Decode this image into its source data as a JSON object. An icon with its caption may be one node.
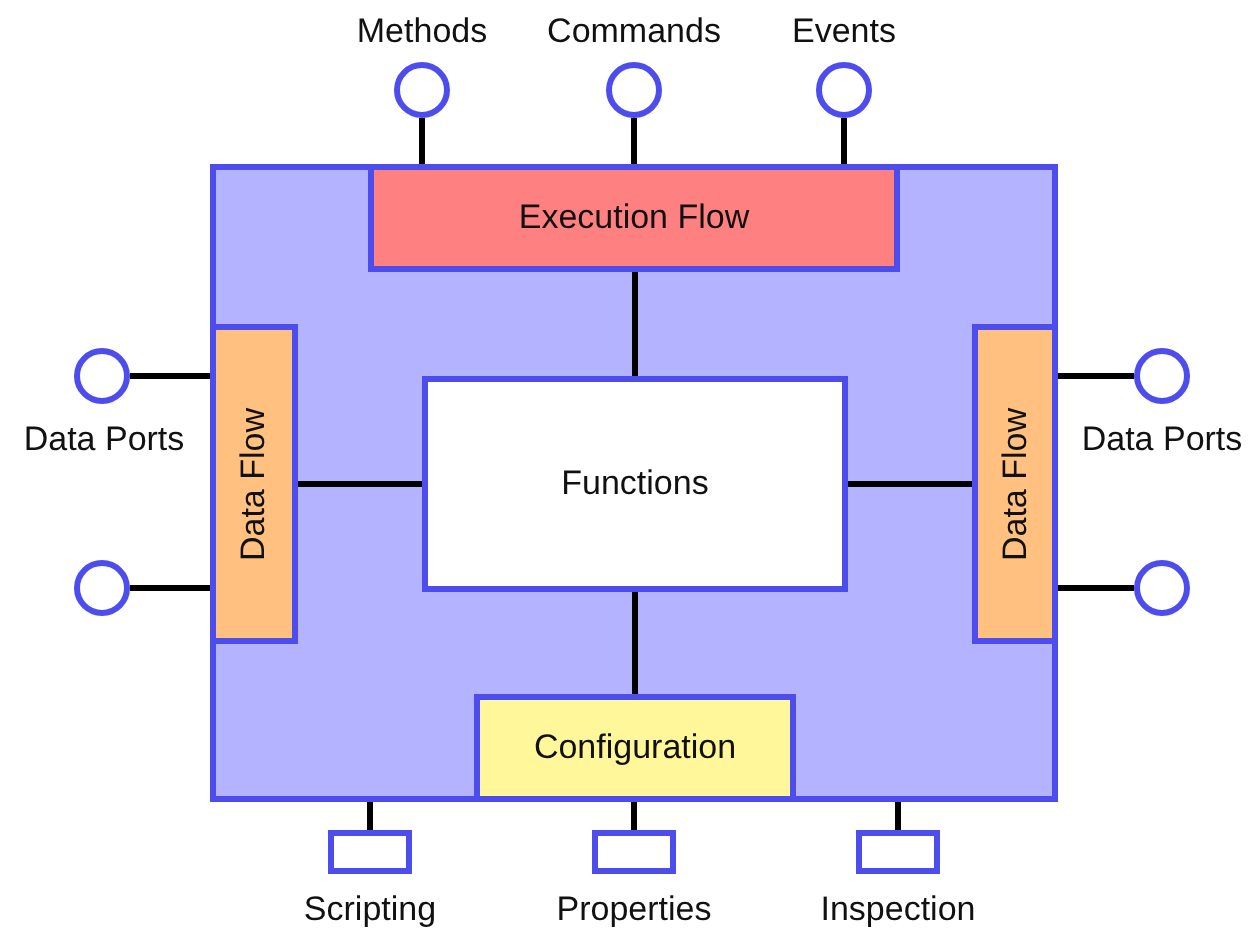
{
  "diagram": {
    "nodes": [
      {
        "text": [],
        "shape": "box"
      },
      {
        "text": [
          "Execution Flow"
        ],
        "in": 0
      },
      {
        "text": [
          "Data Flow"
        ],
        "in": 0
      },
      {
        "text": [
          "Functions"
        ],
        "in": 0
      },
      {
        "text": [
          "Data Flow"
        ],
        "in": 0
      },
      {
        "text": [
          "Configuration"
        ],
        "in": 0
      },
      {
        "text": [
          "Methods"
        ]
      },
      {
        "text": [
          "Commands"
        ]
      },
      {
        "text": [
          "Events"
        ]
      },
      {
        "text": [
          "Data Ports"
        ]
      },
      {
        "text": [],
        "shape": "circle"
      },
      {
        "text": [
          "Data Ports"
        ]
      },
      {
        "text": [],
        "shape": "circle"
      },
      {
        "text": [
          "Scripting"
        ]
      },
      {
        "text": [
          "Properties"
        ]
      },
      {
        "text": [
          "Inspection"
        ]
      }
    ],
    "edges": [
      {
        "from": 6,
        "to": 1,
        "arrow": "none"
      },
      {
        "from": 7,
        "to": 1,
        "arrow": "none"
      },
      {
        "from": 8,
        "to": 1,
        "arrow": "none"
      },
      {
        "from": 9,
        "to": 2,
        "arrow": "none"
      },
      {
        "from": 10,
        "to": 2,
        "arrow": "none"
      },
      {
        "from": 11,
        "to": 4,
        "arrow": "none"
      },
      {
        "from": 12,
        "to": 4,
        "arrow": "none"
      },
      {
        "from": 13,
        "to": 0,
        "arrow": "none"
      },
      {
        "from": 14,
        "to": 5,
        "arrow": "none"
      },
      {
        "from": 15,
        "to": 0,
        "arrow": "none"
      },
      {
        "from": 1,
        "to": 3,
        "arrow": "none"
      },
      {
        "from": 2,
        "to": 3,
        "arrow": "none"
      },
      {
        "from": 3,
        "to": 4,
        "arrow": "none"
      },
      {
        "from": 3,
        "to": 5,
        "arrow": "none"
      }
    ]
  }
}
